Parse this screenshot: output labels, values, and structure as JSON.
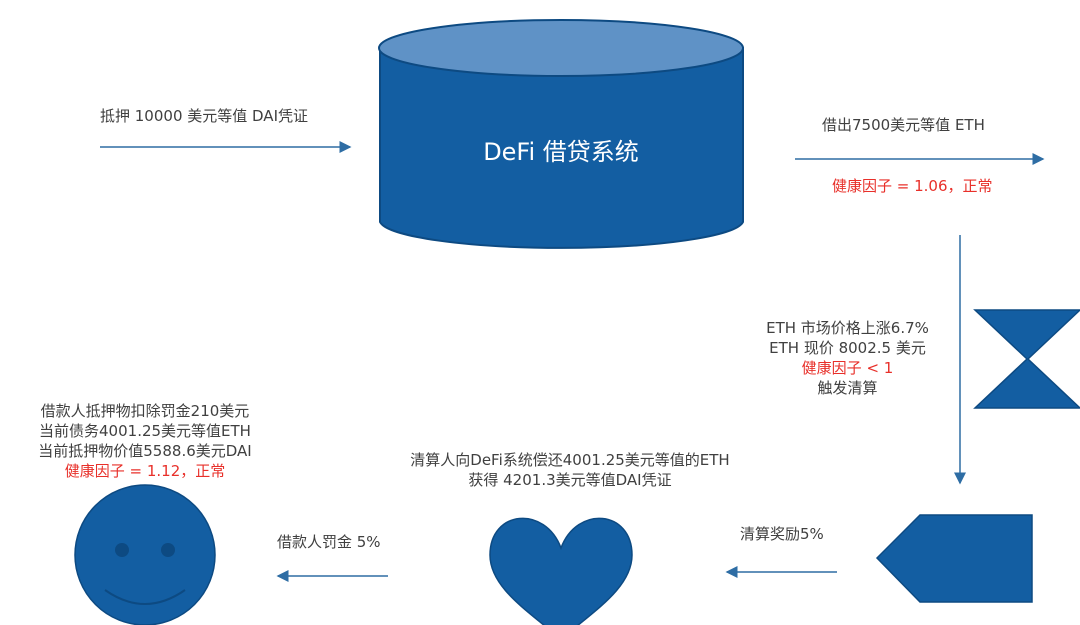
{
  "colors": {
    "shape": "#135ea2",
    "shape_top": "#5f92c6",
    "arrow": "#2e6da4",
    "text": "#404040",
    "warn": "#e8302a"
  },
  "system": {
    "label": "DeFi 借贷系统"
  },
  "deposit": {
    "label": "抵押 10000 美元等值 DAI凭证"
  },
  "borrow": {
    "label": "借出7500美元等值 ETH",
    "health": "健康因子 = 1.06，正常"
  },
  "price_event": {
    "line1": "ETH 市场价格上涨6.7%",
    "line2": "ETH 现价 8002.5 美元",
    "line3": "健康因子 < 1",
    "line4": "触发清算"
  },
  "liquidation_reward": {
    "label": "清算奖励5%"
  },
  "liquidator": {
    "line1": "清算人向DeFi系统偿还4001.25美元等值的ETH",
    "line2": "获得 4201.3美元等值DAI凭证"
  },
  "penalty": {
    "label": "借款人罚金 5%"
  },
  "borrower": {
    "line1": "借款人抵押物扣除罚金210美元",
    "line2": "当前债务4001.25美元等值ETH",
    "line3": "当前抵押物价值5588.6美元DAI",
    "line4": "健康因子 = 1.12，正常"
  }
}
